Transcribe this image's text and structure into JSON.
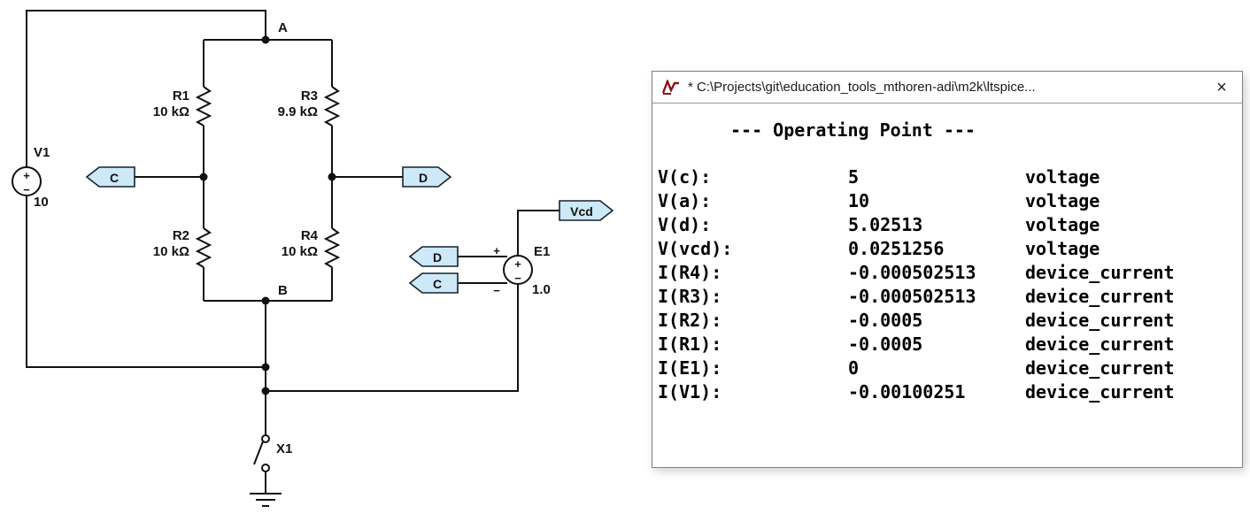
{
  "schematic": {
    "v1": {
      "name": "V1",
      "value": "10",
      "plus": "+",
      "minus": "−"
    },
    "e1": {
      "name": "E1",
      "value": "1.0",
      "plus": "+",
      "minus": "−",
      "in_plus": "+",
      "in_minus": "−"
    },
    "x1": {
      "name": "X1"
    },
    "node_a": "A",
    "node_b": "B",
    "r1": {
      "name": "R1",
      "value": "10 kΩ"
    },
    "r2": {
      "name": "R2",
      "value": "10 kΩ"
    },
    "r3": {
      "name": "R3",
      "value": "9.9 kΩ"
    },
    "r4": {
      "name": "R4",
      "value": "10 kΩ"
    },
    "flags": {
      "c": "C",
      "d": "D",
      "e1_d": "D",
      "e1_c": "C",
      "vcd": "Vcd"
    }
  },
  "results_window": {
    "title": "* C:\\Projects\\git\\education_tools_mthoren-adi\\m2k\\ltspice...",
    "close": "×",
    "header": "--- Operating Point ---",
    "rows": [
      {
        "name": "V(c):",
        "value": "5",
        "type": "voltage"
      },
      {
        "name": "V(a):",
        "value": "10",
        "type": "voltage"
      },
      {
        "name": "V(d):",
        "value": "5.02513",
        "type": "voltage"
      },
      {
        "name": "V(vcd):",
        "value": "0.0251256",
        "type": "voltage"
      },
      {
        "name": "I(R4):",
        "value": "-0.000502513",
        "type": "device_current"
      },
      {
        "name": "I(R3):",
        "value": "-0.000502513",
        "type": "device_current"
      },
      {
        "name": "I(R2):",
        "value": "-0.0005",
        "type": "device_current"
      },
      {
        "name": "I(R1):",
        "value": "-0.0005",
        "type": "device_current"
      },
      {
        "name": "I(E1):",
        "value": "0",
        "type": "device_current"
      },
      {
        "name": "I(V1):",
        "value": "-0.00100251",
        "type": "device_current"
      }
    ]
  }
}
